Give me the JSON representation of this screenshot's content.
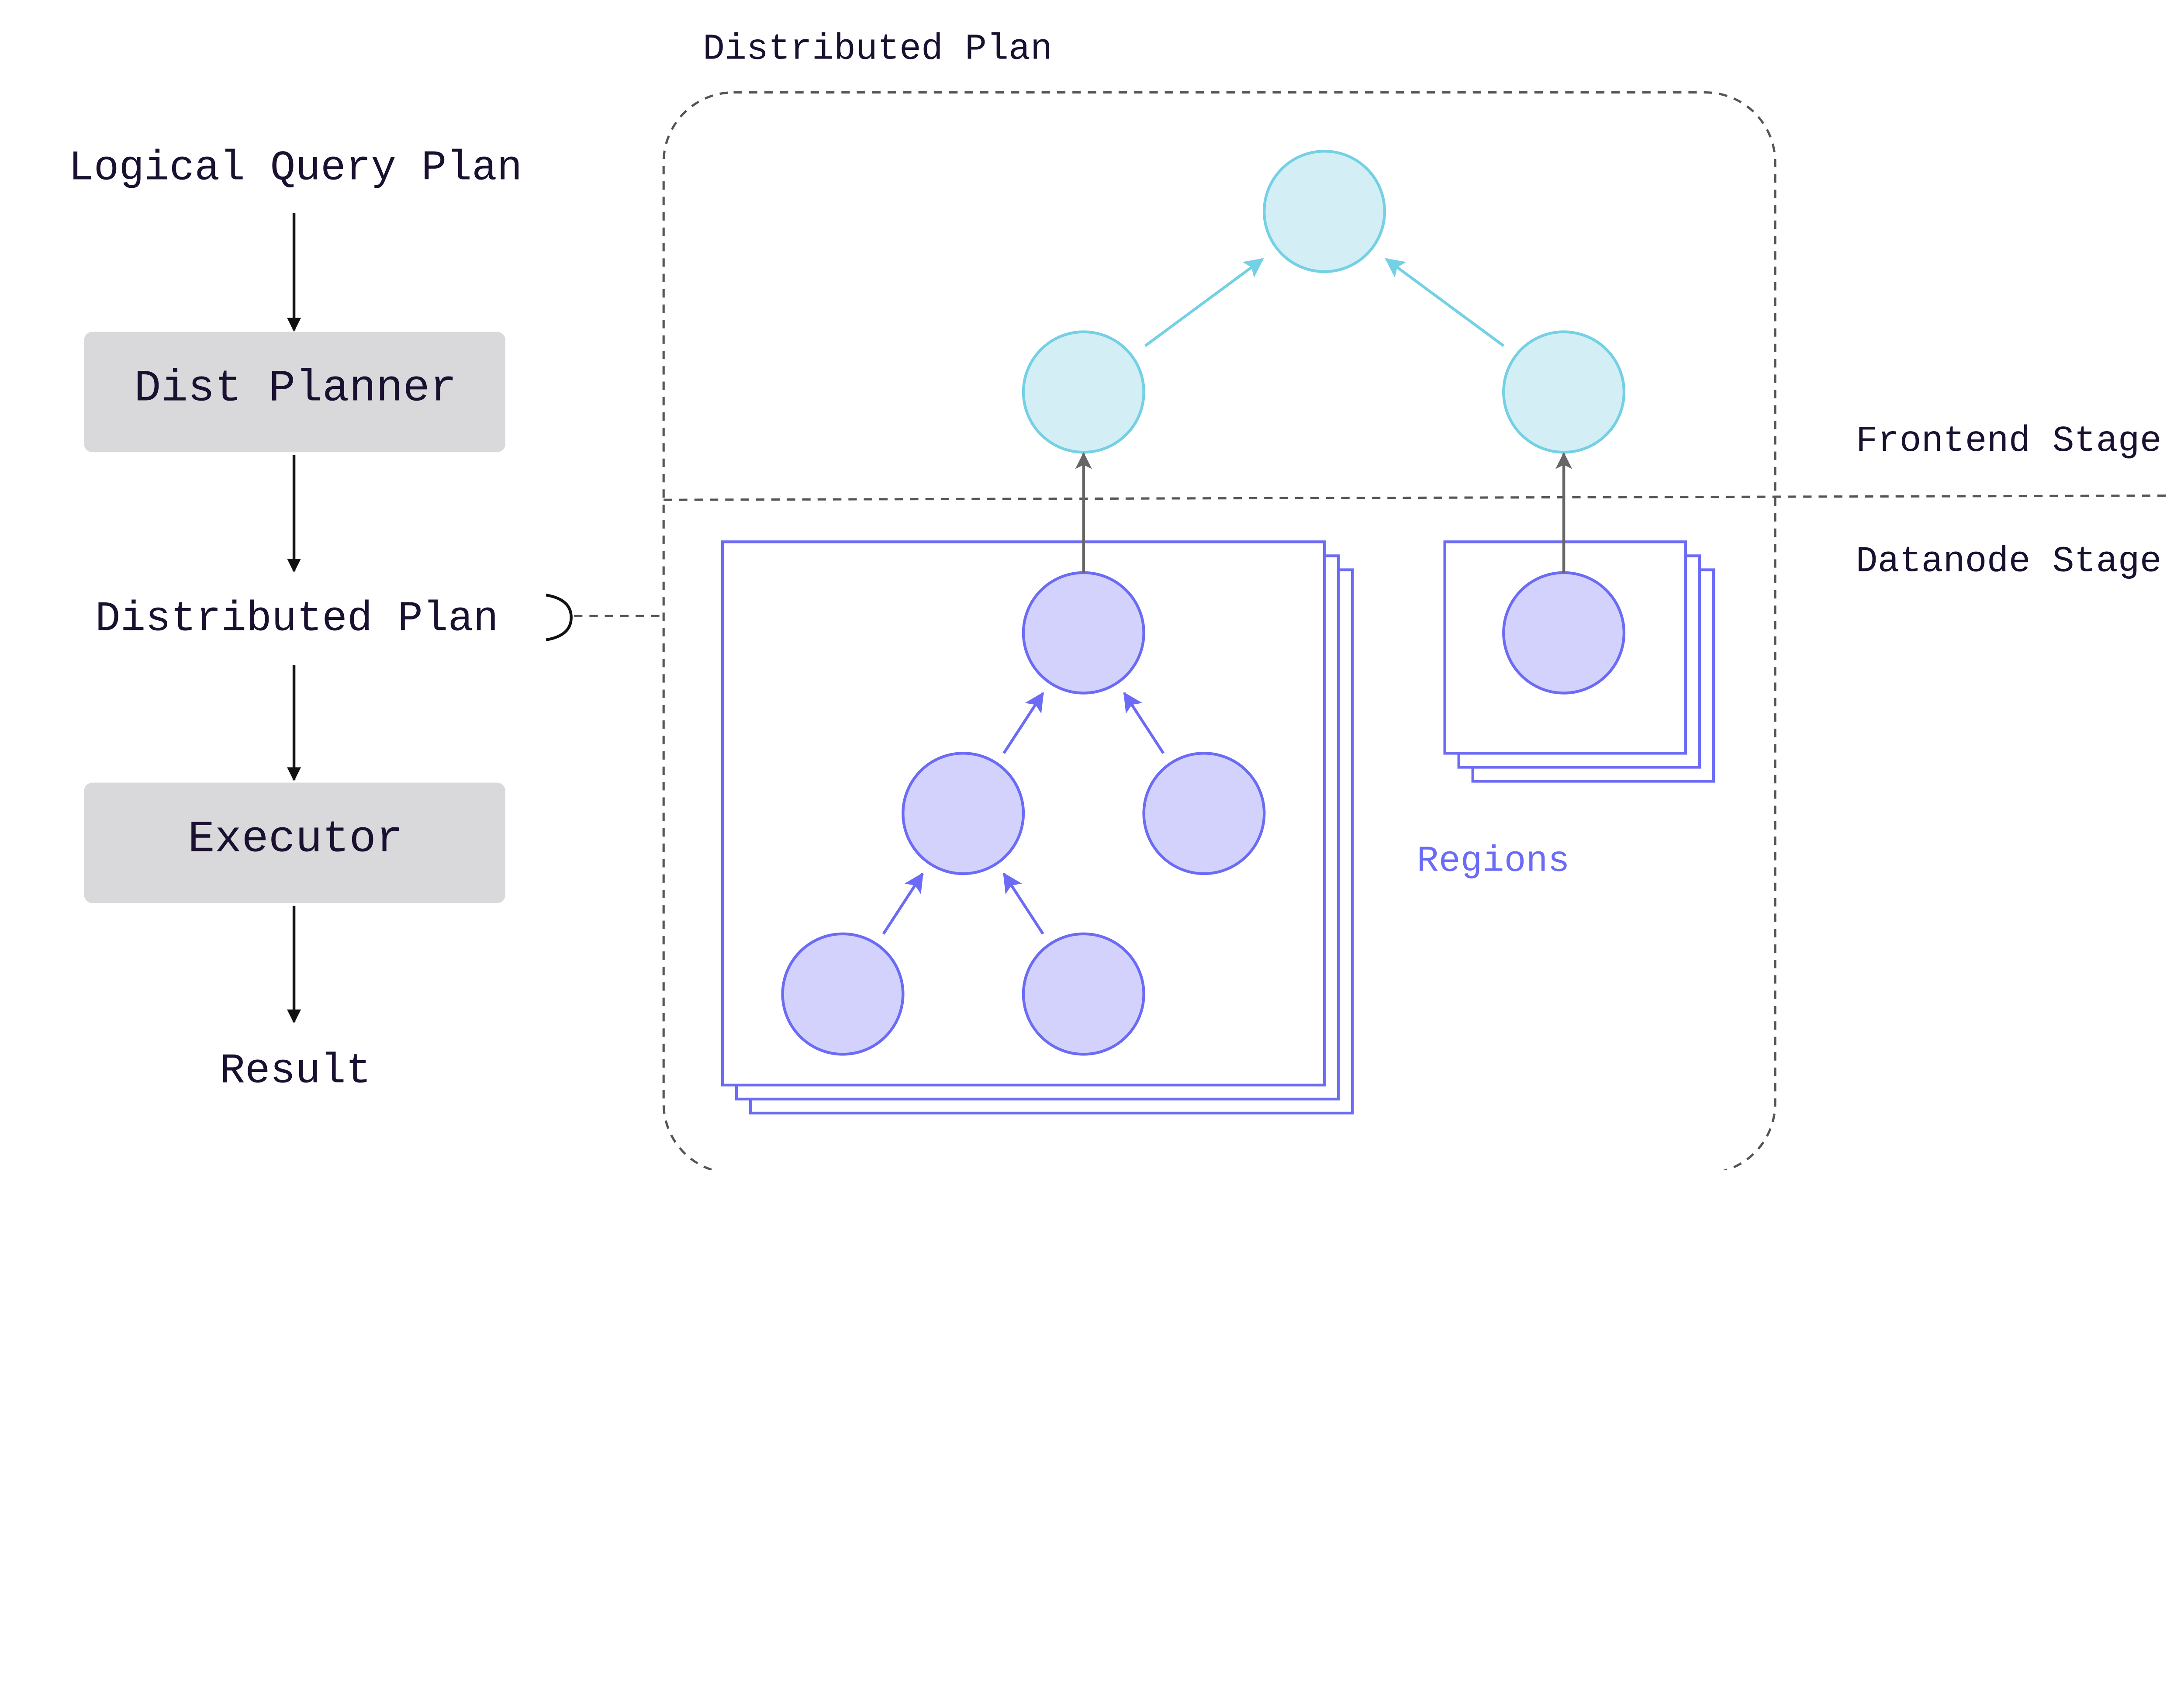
{
  "left_flow": {
    "logical_query_plan": "Logical Query Plan",
    "dist_planner": "Dist Planner",
    "distributed_plan": "Distributed Plan",
    "executor": "Executor",
    "result": "Result"
  },
  "distributed_plan_panel": {
    "title": "Distributed Plan",
    "frontend_stage": "Frontend Stage",
    "datanode_stage": "Datanode Stage",
    "regions": "Regions"
  },
  "colors": {
    "frontend_node_fill": "#d3eff5",
    "frontend_node_stroke": "#74d0e4",
    "datanode_node_fill": "#d2d2fc",
    "datanode_node_stroke": "#6b6bf5",
    "process_box": "#d9d9dc"
  }
}
